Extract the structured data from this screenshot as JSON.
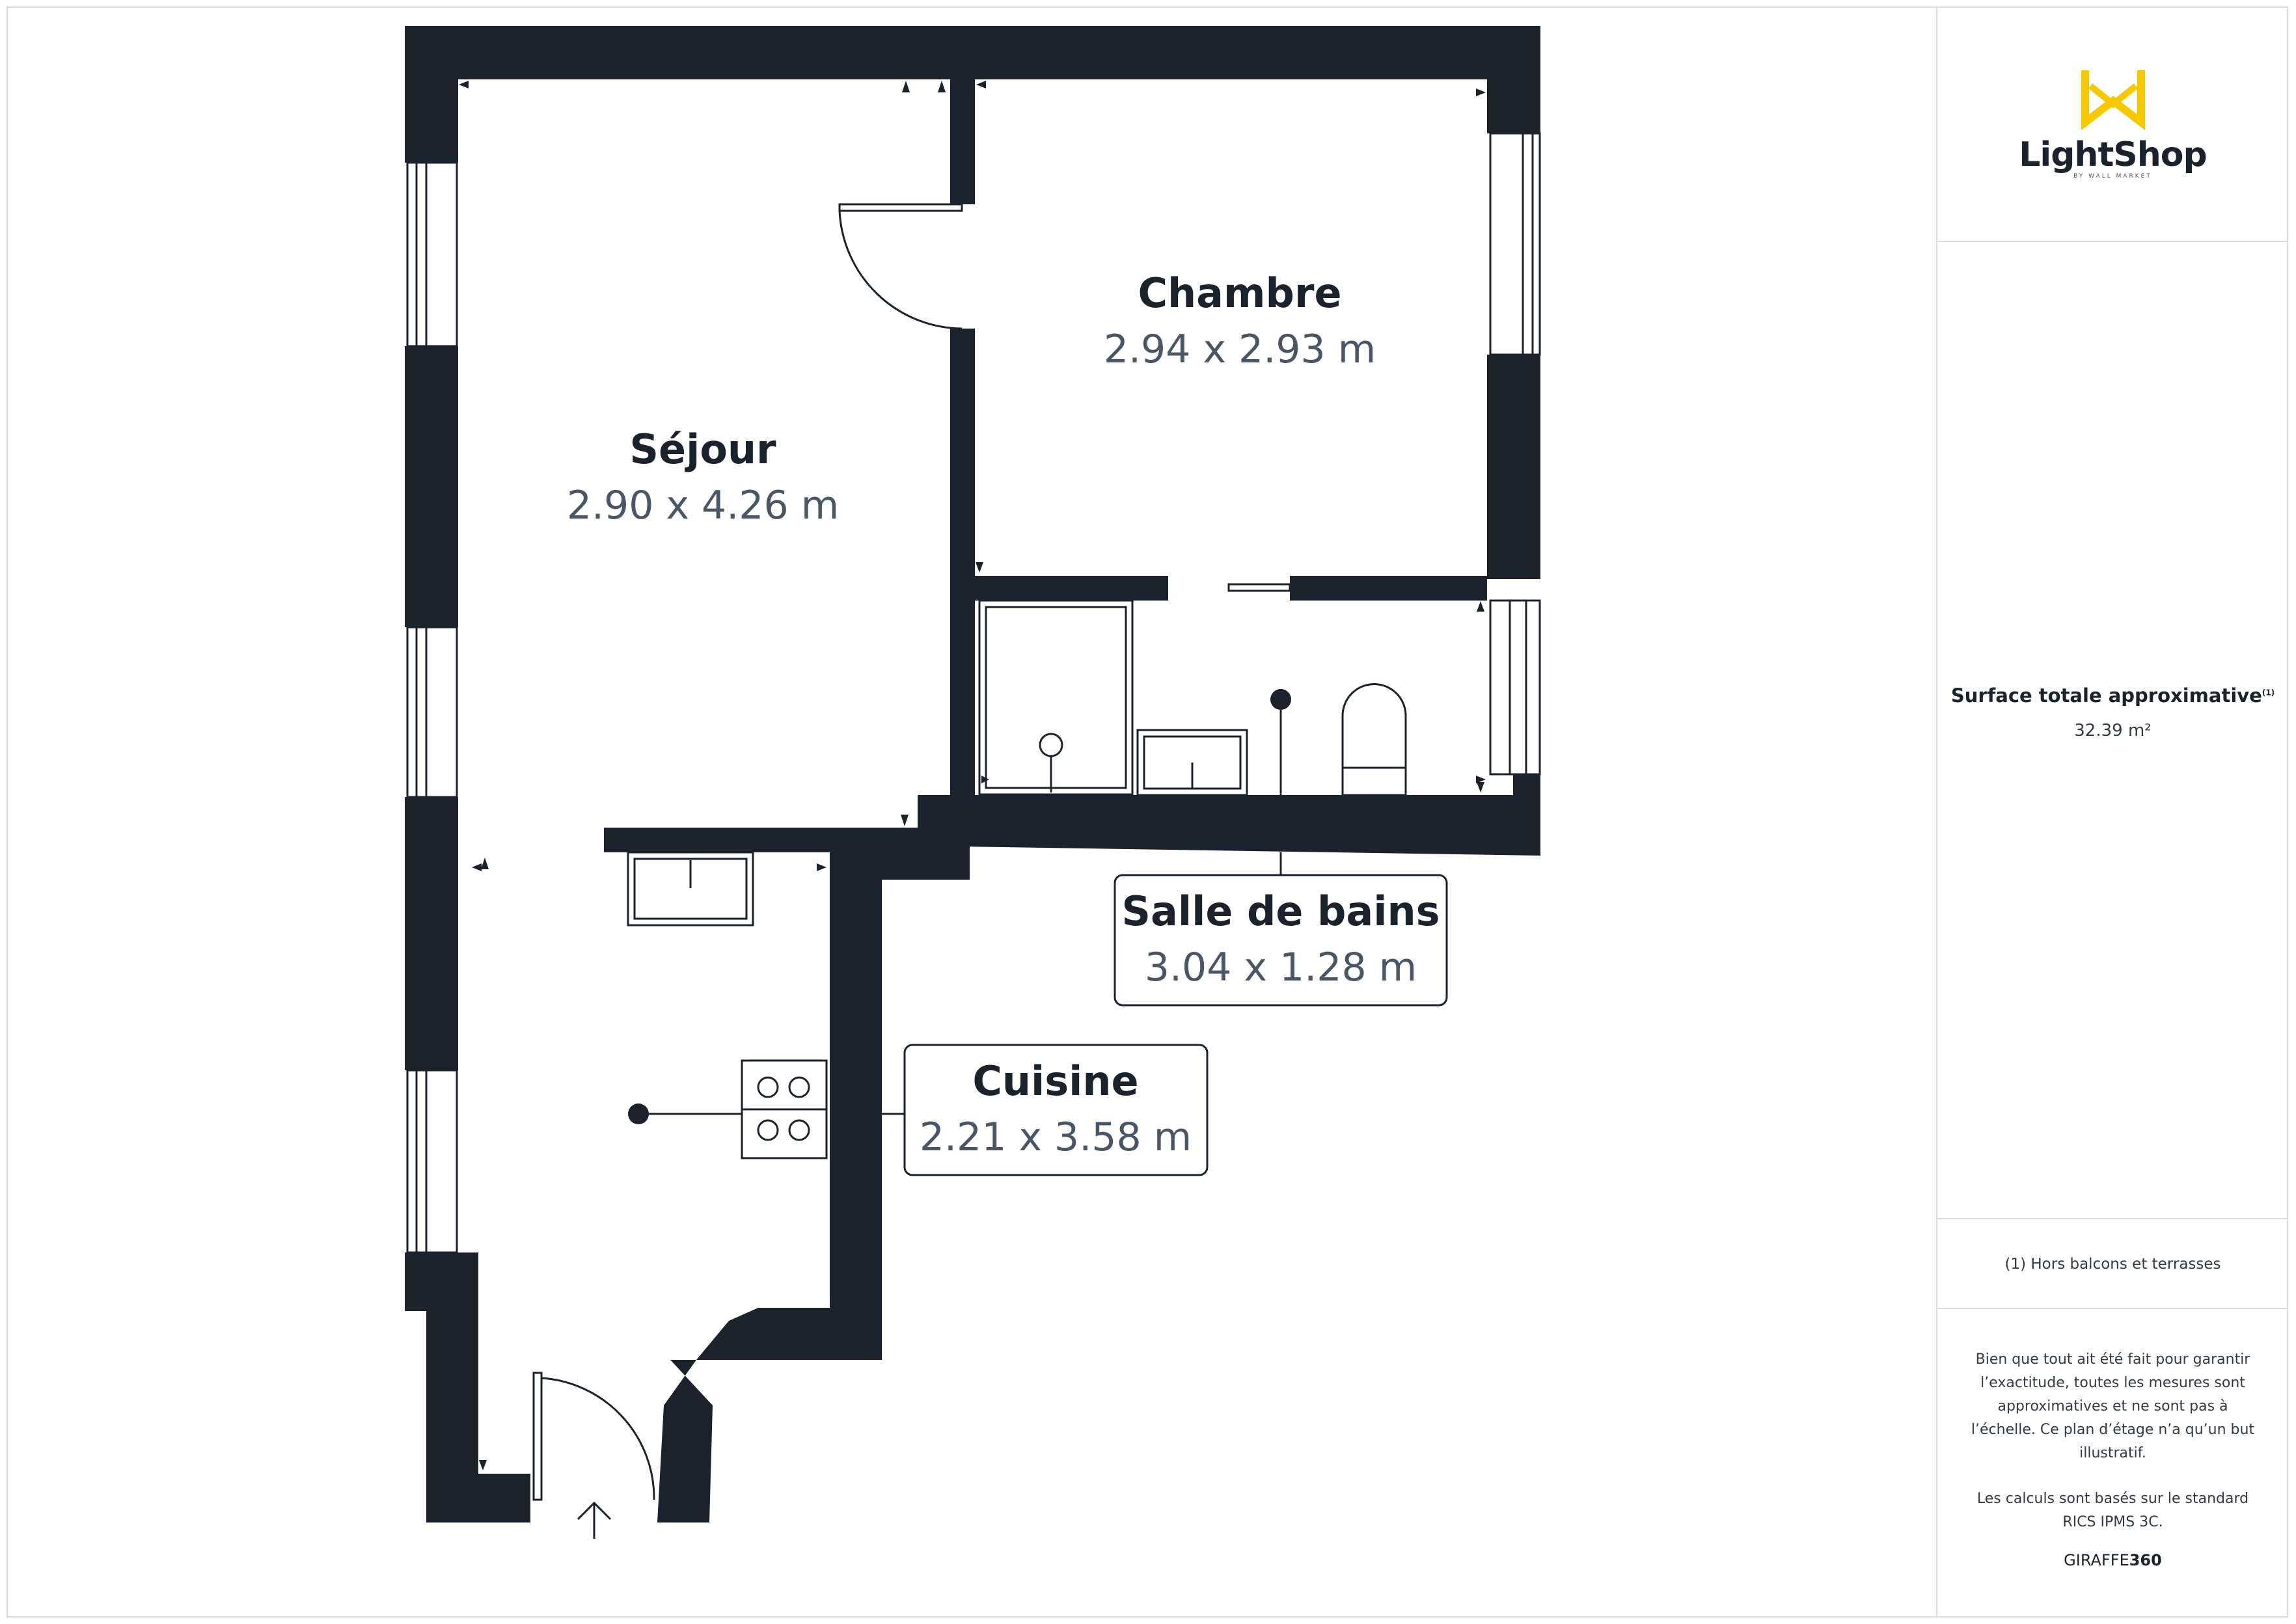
{
  "brand": {
    "logo_name": "LightShop",
    "logo_sub": "BY WALL MARKET",
    "logo_icon": "lightshop-logo-icon",
    "accent_color": "#f5c800"
  },
  "rooms": [
    {
      "id": "sejour",
      "name": "Séjour",
      "dims": "2.90 x 4.26 m"
    },
    {
      "id": "chambre",
      "name": "Chambre",
      "dims": "2.94 x 2.93 m"
    },
    {
      "id": "salle-de-bains",
      "name": "Salle de bains",
      "dims": "3.04 x 1.28 m"
    },
    {
      "id": "cuisine",
      "name": "Cuisine",
      "dims": "2.21 x 3.58 m"
    }
  ],
  "summary": {
    "surface_title": "Surface totale approximative",
    "surface_note_mark": "(1)",
    "surface_value": "32.39 m²"
  },
  "footnote": "(1) Hors balcons et terrasses",
  "disclaimer": {
    "p1": "Bien que tout ait été fait pour garantir l’exactitude, toutes les mesures sont approximatives et ne sont pas à l’échelle. Ce plan d’étage n’a qu’un but illustratif.",
    "p2": "Les calculs sont basés sur le standard RICS IPMS 3C."
  },
  "credit": {
    "prefix": "GIRAFFE",
    "suffix": "360"
  },
  "colors": {
    "wall": "#1b222c",
    "text_dim": "#4a5566",
    "border": "#d8dce0"
  }
}
